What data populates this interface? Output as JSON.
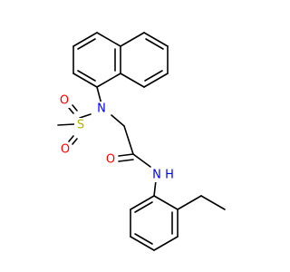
{
  "molecule": {
    "atoms": {
      "sulfur": "S",
      "sulfonyl_oxygen_top": "O",
      "sulfonyl_oxygen_bottom": "O",
      "sulfonamide_nitrogen": "N",
      "carbonyl_oxygen": "O",
      "amide_nitrogen": "N",
      "amide_hydrogen": "H"
    },
    "colors": {
      "bond": "#000000",
      "nitrogen": "#0000ff",
      "oxygen": "#ff0000",
      "sulfur": "#b2b200"
    }
  }
}
